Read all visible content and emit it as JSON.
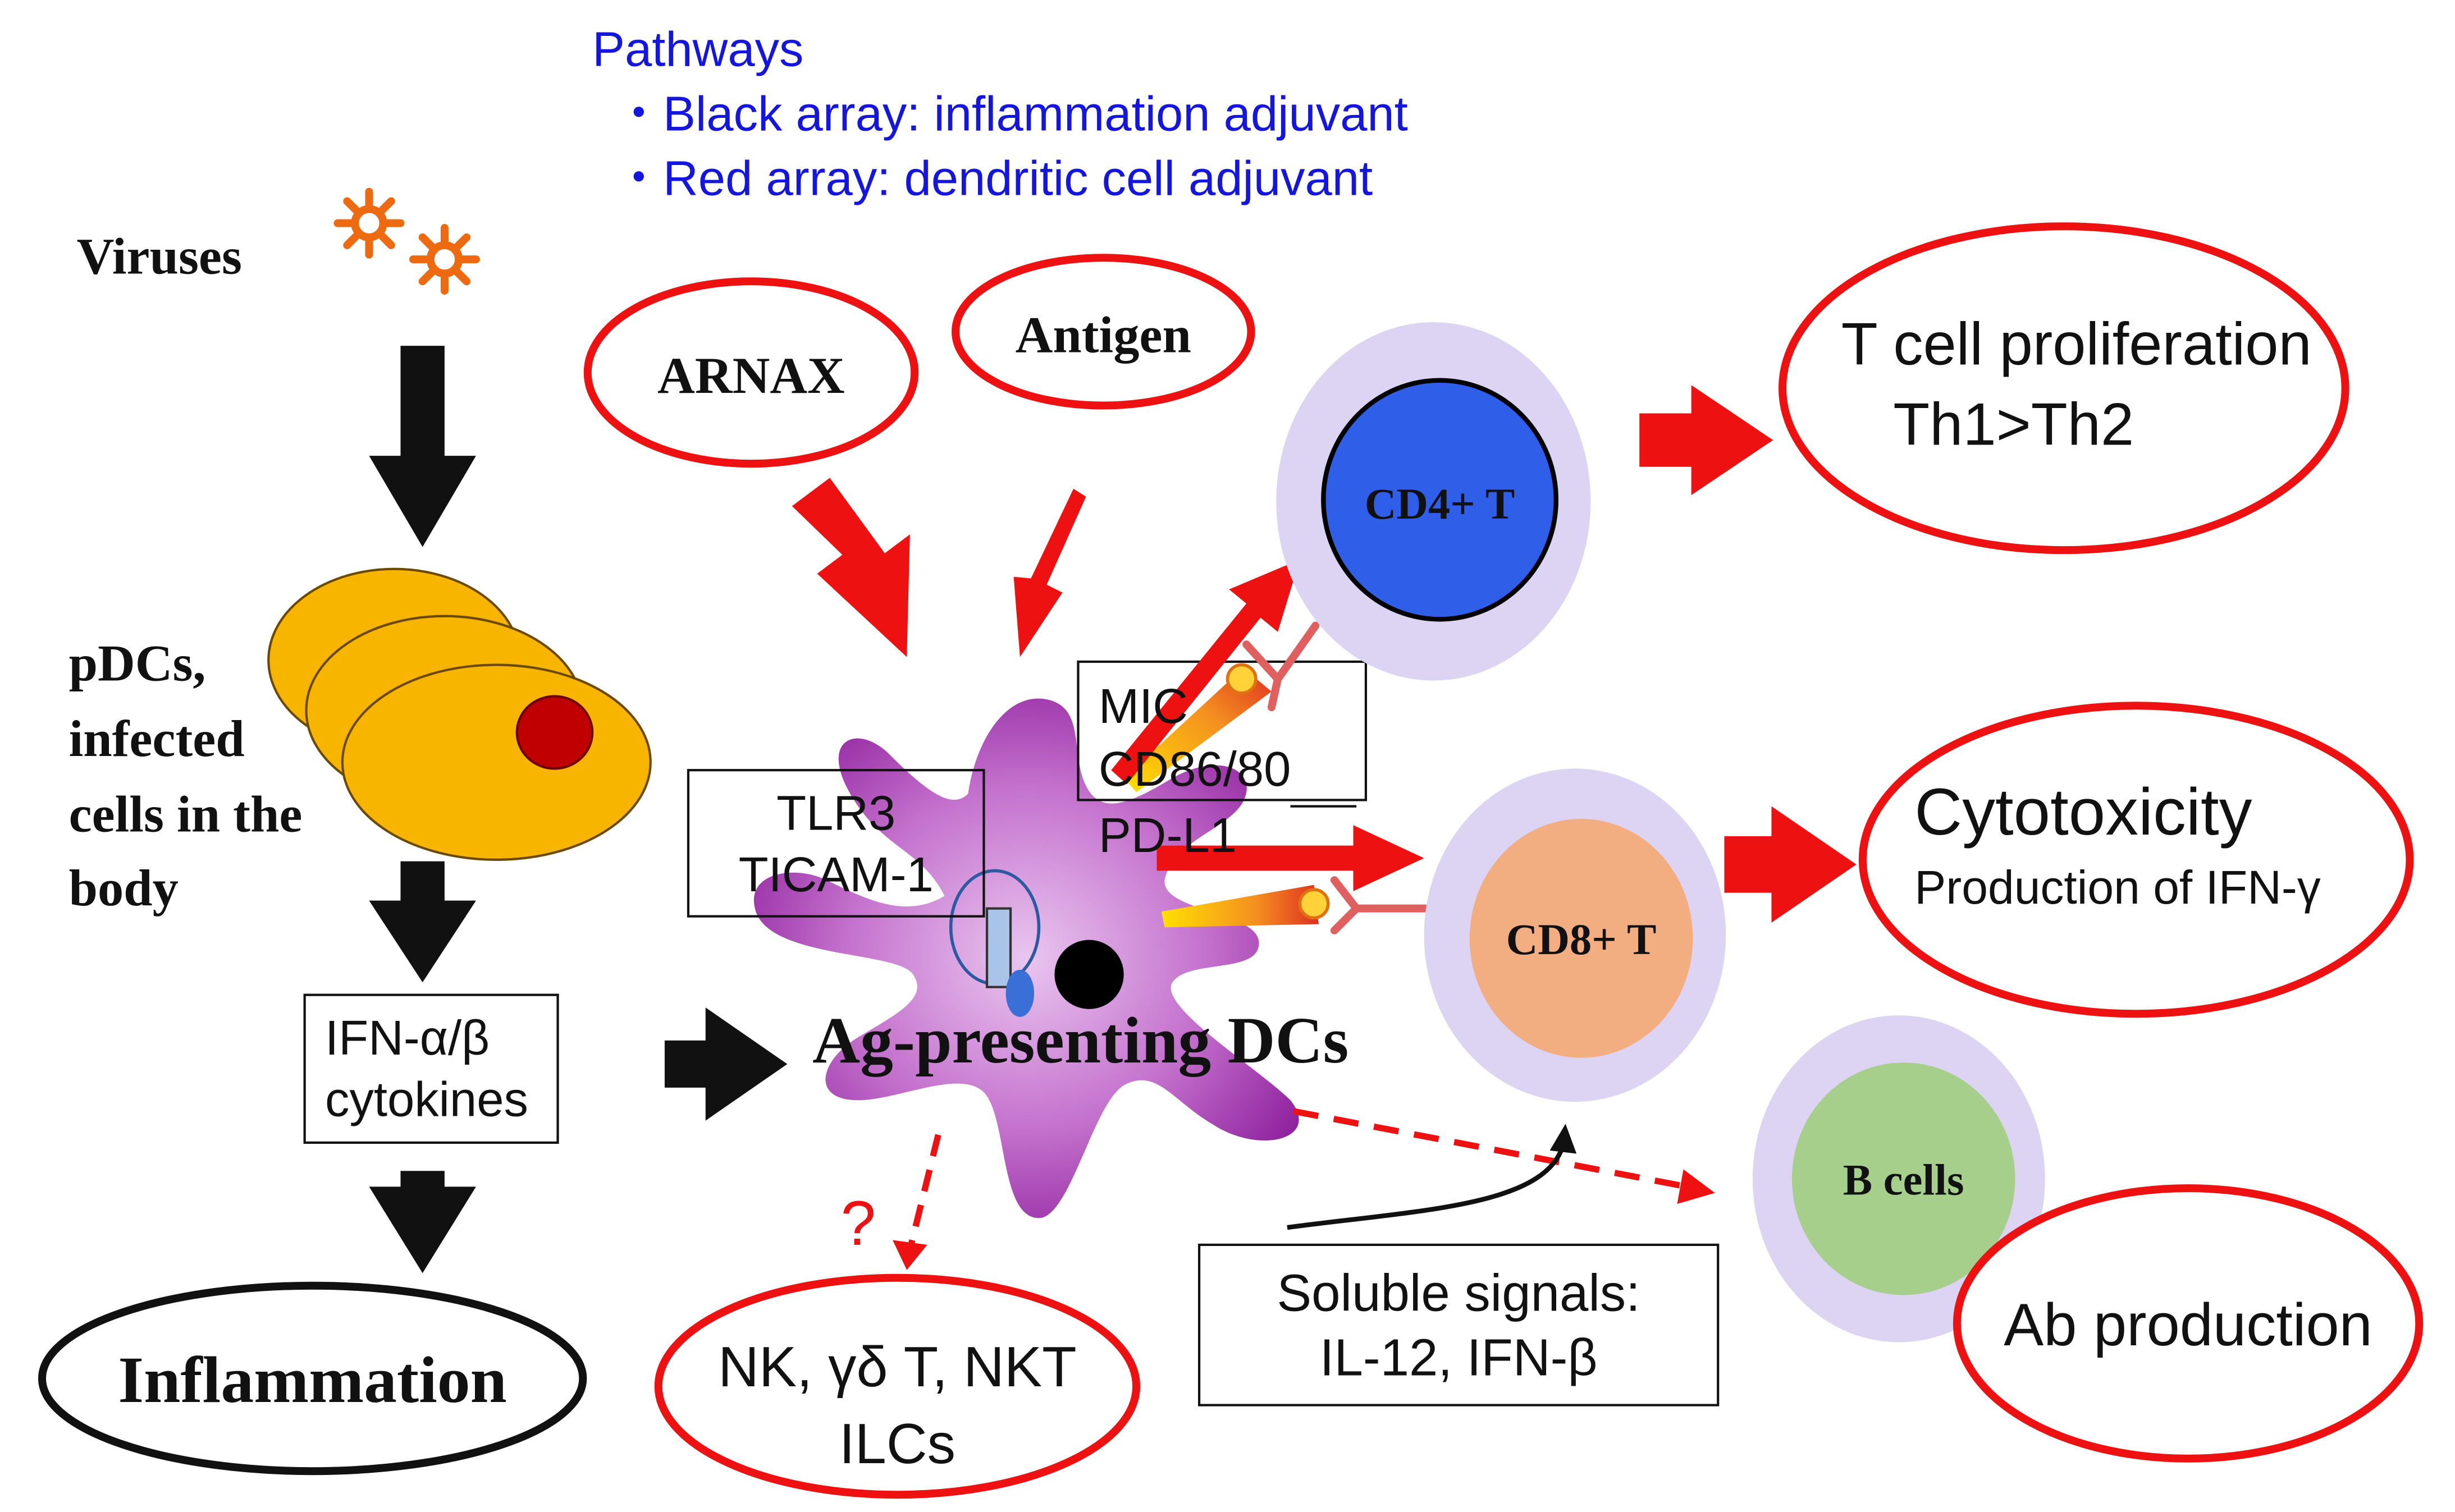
{
  "legend": {
    "title": "Pathways",
    "items": [
      "・Black array: inflammation adjuvant",
      "・Red array: dendritic cell adjuvant"
    ]
  },
  "labels": {
    "viruses": "Viruses",
    "pdcs": [
      "pDCs,",
      "infected",
      "cells in the",
      "body"
    ],
    "ifn": [
      "IFN-α/β",
      "cytokines"
    ],
    "inflammation": "Inflammation",
    "arnax": "ARNAX",
    "antigen": "Antigen",
    "tlr": [
      "TLR3",
      "TICAM-1"
    ],
    "mic": [
      "MIC",
      "CD86/80",
      "PD-L1"
    ],
    "ag_dc": "Ag-presenting DCs",
    "question": "?",
    "nk": [
      "NK, γδ T, NKT",
      "ILCs"
    ],
    "soluble": [
      "Soluble signals:",
      "IL-12, IFN-β"
    ],
    "cd4": "CD4+ T",
    "cd8": "CD8+ T",
    "bcells": "B cells",
    "tprolif": [
      "T cell proliferation",
      "Th1>Th2"
    ],
    "cyto": [
      "Cytotoxicity",
      "Production of IFN-γ"
    ],
    "ab": "Ab production"
  },
  "colors": {
    "red": "#ee1111",
    "black": "#111111",
    "blue_text": "#1515e0",
    "virus_orange": "#ee6a10",
    "pdc_yellow": "#f7b500",
    "nucleus_red": "#c00000",
    "dc_purple": "#a02fb0",
    "halo_lavender": "#ddd3f3",
    "cd4_blue": "#2f5fe8",
    "cd8_orange": "#f2ad80",
    "b_green": "#a7cf8c"
  }
}
